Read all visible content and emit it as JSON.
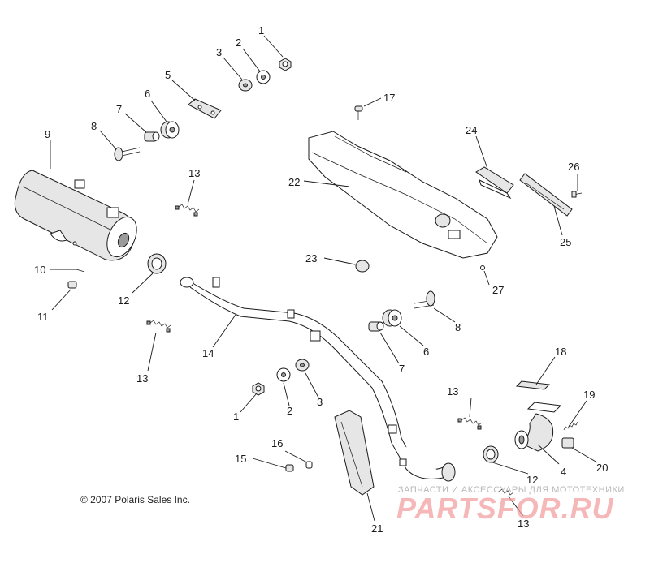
{
  "diagram": {
    "copyright": "© 2007 Polaris Sales Inc.",
    "watermark_caption": "ЗАПЧАСТИ И АКСЕССУАРЫ ДЛЯ МОТОТЕХНИКИ",
    "watermark_logo": "PARTSFOR.RU",
    "callouts": {
      "c1a": "1",
      "c2a": "2",
      "c3a": "3",
      "c5": "5",
      "c6a": "6",
      "c7a": "7",
      "c8a": "8",
      "c9": "9",
      "c10": "10",
      "c11": "11",
      "c12a": "12",
      "c13a": "13",
      "c13b": "13",
      "c14": "14",
      "c17": "17",
      "c22": "22",
      "c23": "23",
      "c24": "24",
      "c25": "25",
      "c26": "26",
      "c27": "27",
      "c8b": "8",
      "c6b": "6",
      "c7b": "7",
      "c18": "18",
      "c13c": "13",
      "c1b": "1",
      "c2b": "2",
      "c3b": "3",
      "c19": "19",
      "c16": "16",
      "c15": "15",
      "c12b": "12",
      "c4": "4",
      "c20": "20",
      "c13d": "13",
      "c21": "21"
    }
  }
}
